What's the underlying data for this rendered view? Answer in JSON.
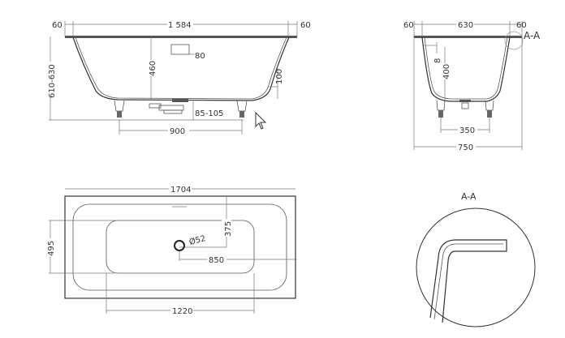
{
  "front_view": {
    "rim_left": "60",
    "length": "1 584",
    "rim_right": "60",
    "height_range": "610-630",
    "depth": "460",
    "overflow": "80",
    "side_height": "100",
    "drain_height": "85-105",
    "leg_spacing": "900"
  },
  "section_view": {
    "rim_left": "60",
    "width_inner": "630",
    "rim_right": "60",
    "section_label": "A-A",
    "depth": "400",
    "rim_thickness": "8",
    "leg_spacing": "350",
    "total_width": "750"
  },
  "plan_view": {
    "total_length": "1704",
    "basin_width": "495",
    "drain_offset_y": "375",
    "drain_diameter": "Ø52",
    "drain_offset_x": "850",
    "basin_length": "1220"
  },
  "detail": {
    "title": "A-A"
  },
  "colors": {
    "line": "#333333",
    "dimension": "#777777"
  }
}
